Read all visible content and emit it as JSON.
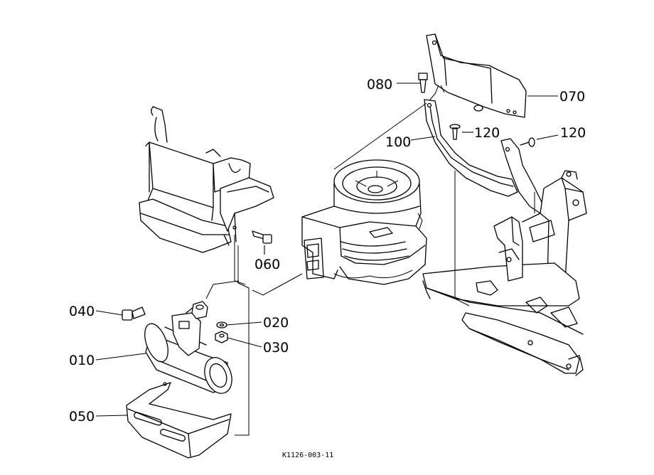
{
  "parts": [
    {
      "id": "p010",
      "name": "part-label-010",
      "label": "010"
    },
    {
      "id": "p020",
      "name": "part-label-020",
      "label": "020"
    },
    {
      "id": "p030",
      "name": "part-label-030",
      "label": "030"
    },
    {
      "id": "p040",
      "name": "part-label-040",
      "label": "040"
    },
    {
      "id": "p050",
      "name": "part-label-050",
      "label": "050"
    },
    {
      "id": "p060",
      "name": "part-label-060",
      "label": "060"
    },
    {
      "id": "p070",
      "name": "part-label-070",
      "label": "070"
    },
    {
      "id": "p080",
      "name": "part-label-080",
      "label": "080"
    },
    {
      "id": "p100",
      "name": "part-label-100",
      "label": "100"
    },
    {
      "id": "p120a",
      "name": "part-label-120-upper",
      "label": "120"
    },
    {
      "id": "p120b",
      "name": "part-label-120-right",
      "label": "120"
    }
  ],
  "drawing_code": "K1126-003-11"
}
